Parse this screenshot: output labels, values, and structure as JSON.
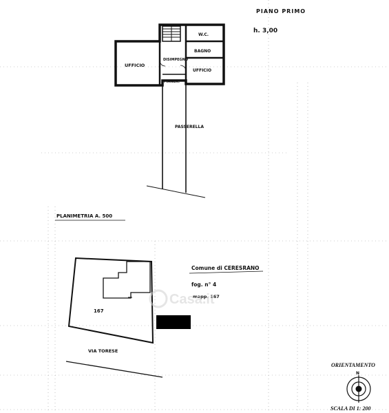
{
  "header": {
    "floor_title": "PIANO PRIMO",
    "height_note": "h. 3,00"
  },
  "floor_plan": {
    "rooms": {
      "wc": "W.C.",
      "bathroom": "BAGNO",
      "office_main": "UFFICIO",
      "corridor": "DISIMPEGNO",
      "office_right": "UFFICIO",
      "landing": "PIANER."
    },
    "access_label": "PASSERELLA"
  },
  "site_plan": {
    "scale_label": "PLANIMETRIA A. 500",
    "parcel_number": "167",
    "street_label": "VIA TORESE"
  },
  "cadastral": {
    "municipality": "Comune di CERESRANO",
    "sheet": "fog. n° 4",
    "parcel": "mapp. 167"
  },
  "orientation": {
    "label": "ORIENTAMENTO",
    "north_mark": "N"
  },
  "scale_footer": "SCALA DI 1: 200",
  "watermark": "Casa.it",
  "colors": {
    "ink": "#111111",
    "paper": "#ffffff",
    "grid": "#9a9a9a",
    "redaction": "#000000"
  }
}
